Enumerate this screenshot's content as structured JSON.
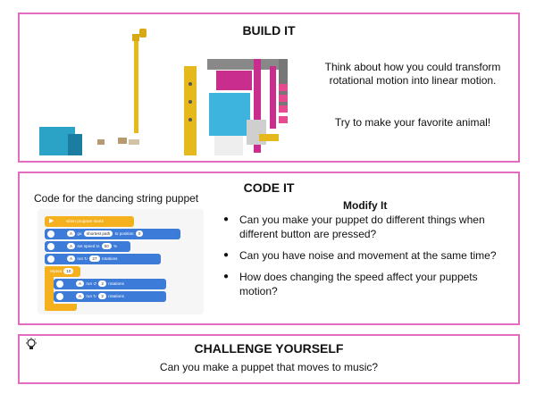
{
  "build": {
    "title": "BUILD IT",
    "line1": "Think about how you could transform rotational motion into linear motion.",
    "line2": "Try to make your favorite animal!"
  },
  "code": {
    "title": "CODE IT",
    "caption": "Code for the dancing string puppet",
    "modify_title": "Modify It",
    "questions": [
      "Can you make your puppet do different things when different button are pressed?",
      "Can you have noise and movement at the same time?",
      "How does changing the speed affect your puppets motion?"
    ],
    "blocks": {
      "start": "when program starts",
      "b1a": "A",
      "b1b": "go",
      "b1c": "shortest path",
      "b1d": "to position",
      "b1e": "0",
      "b2a": "A",
      "b2b": "set speed to",
      "b2c": "50",
      "b2d": "%",
      "b3a": "A",
      "b3b": "run",
      "b3c": "27",
      "b3d": "rotations",
      "repeat": "repeat",
      "repeat_n": "10",
      "b4a": "A",
      "b4b": "run",
      "b4c": "2",
      "b4d": "rotations",
      "b5a": "A",
      "b5b": "run",
      "b5c": "2",
      "b5d": "rotations"
    }
  },
  "challenge": {
    "title": "CHALLENGE YOURSELF",
    "text": "Can you make a puppet that moves to music?"
  },
  "colors": {
    "border": "#e36cc0",
    "motor_block": "#3d7bd9",
    "event_block": "#f5b01e"
  }
}
